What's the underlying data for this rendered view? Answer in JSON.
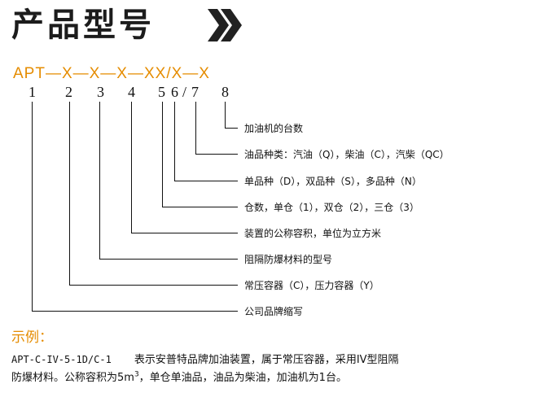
{
  "title": "产品型号",
  "code_pattern": "APT—X—X—X—XX/X—X",
  "position_numbers": [
    "1",
    "2",
    "3",
    "4",
    "5",
    "6",
    "7",
    "8"
  ],
  "position_separator": "/",
  "descriptions": [
    "加油机的台数",
    "油品种类：汽油（Q），柴油（C），汽柴（QC）",
    "单品种（D），双品种（S），多品种（N）",
    "仓数，单仓（1），双仓（2），三仓（3）",
    "装置的公称容积，单位为立方米",
    "阻隔防爆材料的型号",
    "常压容器（C），压力容器（Y）",
    "公司品牌缩写"
  ],
  "example": {
    "heading": "示例：",
    "model": "APT-C-IV-5-1D/C-1",
    "line1_text": "表示安普特品牌加油装置，属于常压容器，采用IV型阻隔",
    "line2_text_a": "防爆材料。公称容积为5m",
    "line2_sup": "3",
    "line2_text_b": "，单仓单油品，油品为柴油，加油机为1台。"
  },
  "colors": {
    "accent": "#e58c00",
    "text": "#111111",
    "chevron": "#222222"
  }
}
